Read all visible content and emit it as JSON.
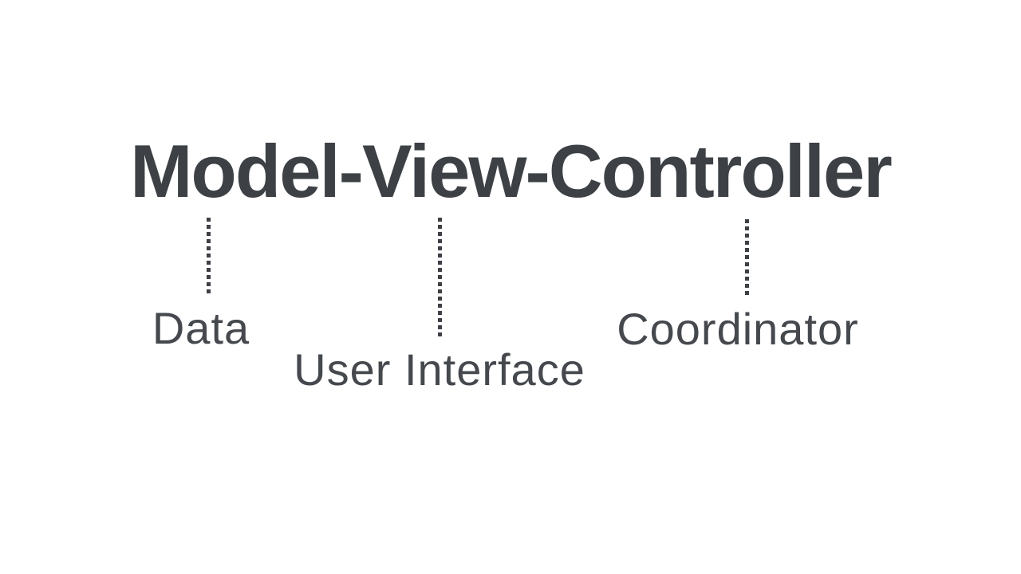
{
  "page": {
    "background_color": "#ffffff"
  },
  "title": {
    "text": "Model-View-Controller",
    "color": "#3d4146"
  },
  "diagram": {
    "connector_style": "dotted-vertical-line",
    "connector_color": "#3d4146",
    "label_color": "#45494e",
    "components": [
      {
        "part": "Model",
        "label": "Data"
      },
      {
        "part": "View",
        "label": "User Interface"
      },
      {
        "part": "Controller",
        "label": "Coordinator"
      }
    ]
  }
}
